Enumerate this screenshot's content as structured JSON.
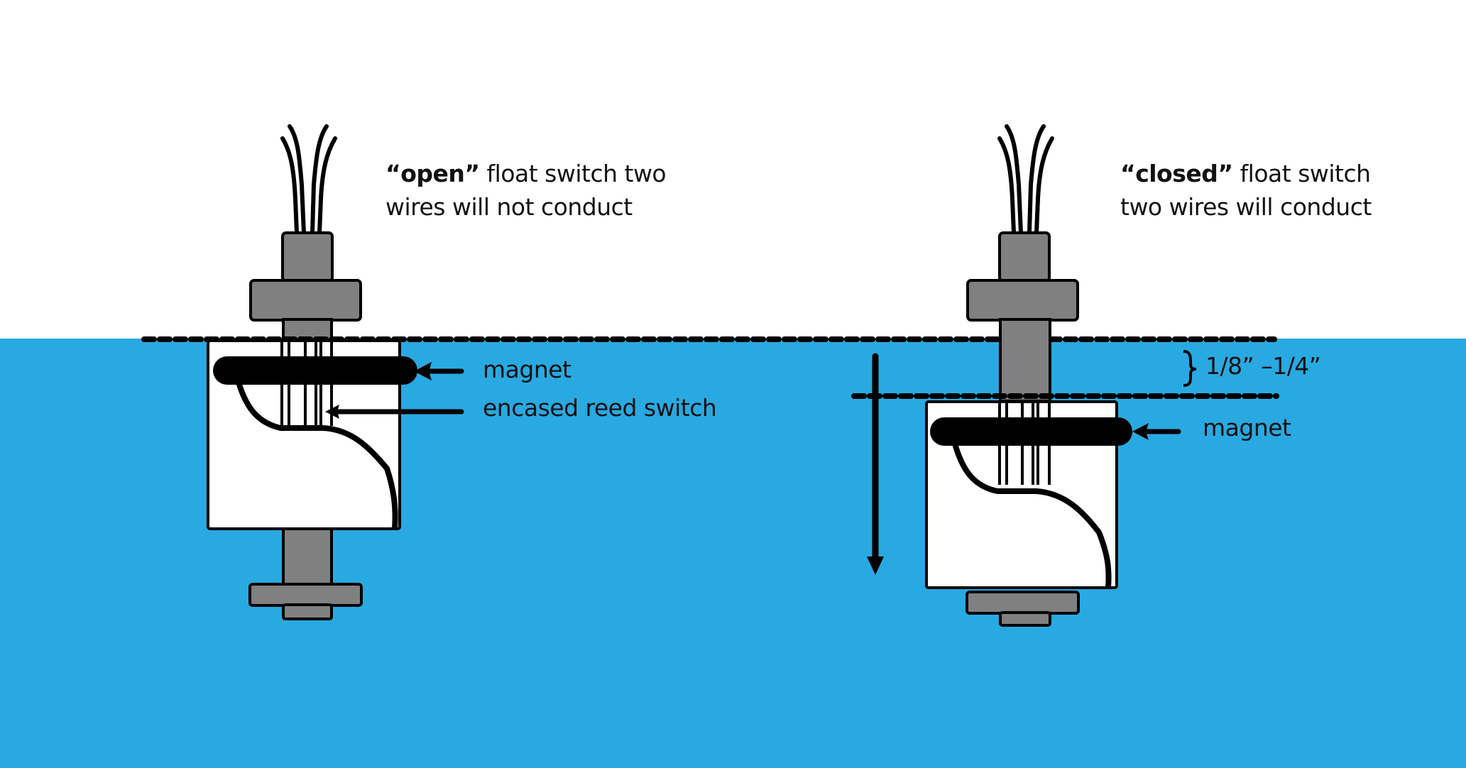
{
  "colors": {
    "water": "#29a9e1",
    "background": "#ffffff",
    "housing": "#808080",
    "float_body": "#ffffff",
    "ink": "#000000"
  },
  "left_switch": {
    "state": "open",
    "heading_bold": "“open”",
    "heading_rest": " float switch two",
    "heading_line2": "wires will not conduct",
    "callouts": {
      "magnet": "magnet",
      "reed_switch": "encased reed switch"
    }
  },
  "right_switch": {
    "state": "closed",
    "heading_bold": "“closed”",
    "heading_rest": " float switch",
    "heading_line2": "two wires will conduct",
    "callouts": {
      "magnet": "magnet",
      "drop_distance": "1/8” –1/4”"
    }
  },
  "icons": {
    "down_arrow": "down-arrow-icon",
    "brace": "curly-brace-icon",
    "pointer_arrow": "left-arrow-icon"
  }
}
